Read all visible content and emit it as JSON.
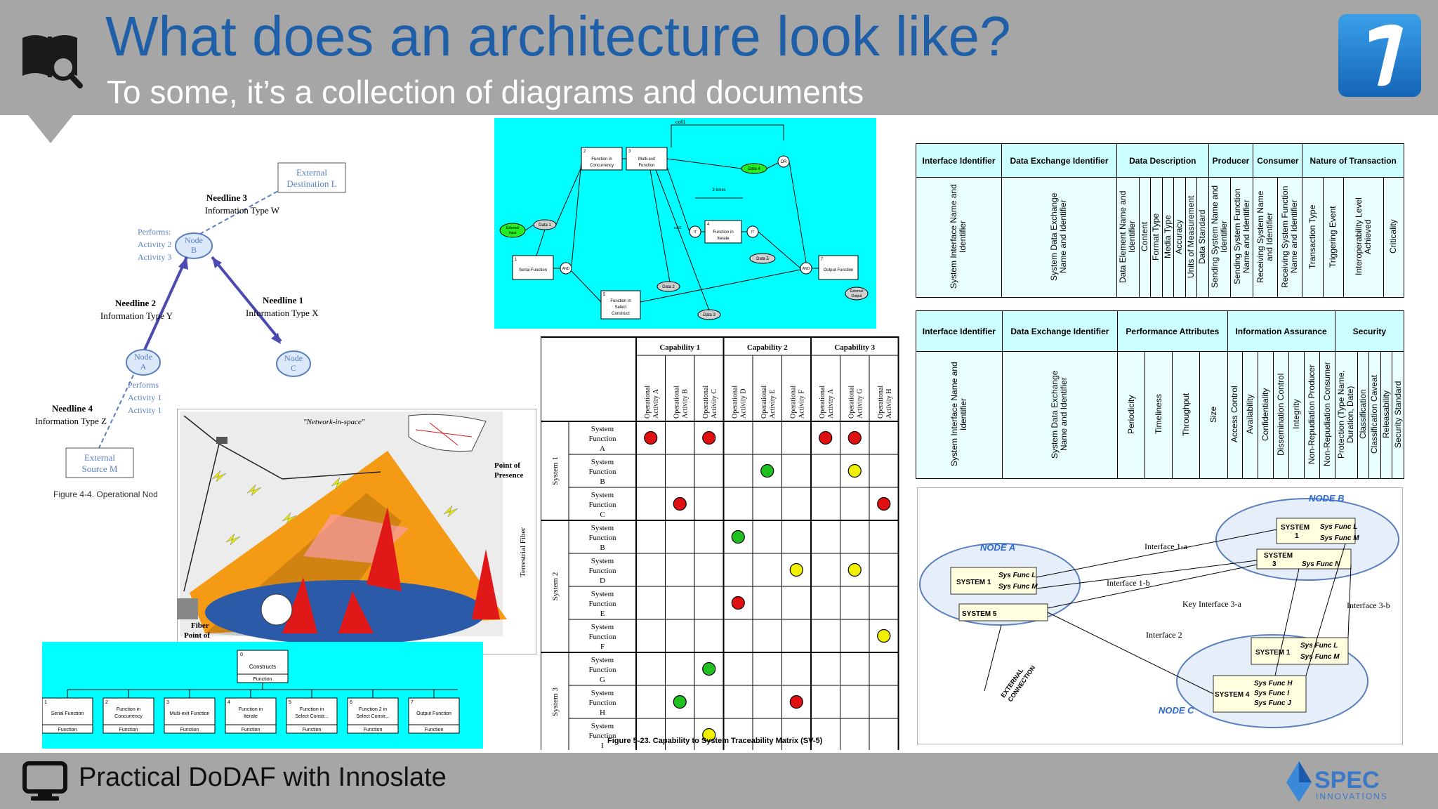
{
  "header": {
    "title": "What does an architecture look like?",
    "subtitle": "To some, it’s a collection of diagrams and documents"
  },
  "footer": {
    "text": "Practical DoDAF with Innoslate",
    "company": "SPEC",
    "company_sub": "INNOVATIONS"
  },
  "icons": {
    "header_left": "book-search-icon",
    "header_right": "innoslate-logo-icon",
    "footer_left": "monitor-icon",
    "footer_right": "spec-innovations-logo-icon"
  },
  "colors": {
    "title": "#1f5fa8",
    "header_bg": "#a6a6a6",
    "cyan_panel": "#00ffff",
    "node_fill": "#dbe9fb",
    "node_stroke": "#5a7fc0",
    "dot_red": "#e01010",
    "dot_green": "#20c020",
    "dot_yellow": "#f0f000"
  },
  "ov2": {
    "external_destination": [
      "External",
      "Destination L"
    ],
    "needline3": [
      "Needline 3",
      "Information Type W"
    ],
    "performs_b": [
      "Performs:",
      "Activity 2",
      "Activity 3"
    ],
    "node_b": [
      "Node",
      "B"
    ],
    "needline2": [
      "Needline 2",
      "Information Type Y"
    ],
    "needline1": [
      "Needline 1",
      "Information Type X"
    ],
    "node_a": [
      "Node",
      "A"
    ],
    "node_c": [
      "Node",
      "C"
    ],
    "performs_a": [
      "Performs",
      "Activity 1",
      "Activity 1"
    ],
    "needline4": [
      "Needline 4",
      "Information Type Z"
    ],
    "external_source": [
      "External",
      "Source M"
    ],
    "caption": "Figure 4-4. Operational Nod"
  },
  "efbd": {
    "nodes": {
      "n2": [
        "2",
        "Function in",
        "Concurrency"
      ],
      "n3": [
        "3",
        "Multi-exit",
        "Function"
      ],
      "n4": [
        "4",
        "Function in",
        "Iterate"
      ],
      "n1": [
        "1",
        "Serial Function"
      ],
      "n5": [
        "5",
        "Function in",
        "Select",
        "Construct"
      ],
      "n7": [
        "7",
        "Output Function"
      ]
    },
    "data": {
      "ext_input": [
        "External",
        "Input"
      ],
      "data1": "Data 1",
      "data2": "Data 2",
      "data3": "Data 3",
      "data4": "Data 4",
      "data5": "Data 5",
      "ext_output": [
        "External",
        "Output"
      ]
    },
    "labels": {
      "coll": "coll1",
      "or": "OR",
      "and1": "AND",
      "and2": "AND",
      "it1": "IT",
      "it2": "IT",
      "times": "3 times",
      "coll2": "coll2"
    }
  },
  "sv1": {
    "network_label": "\"Network-in-space\"",
    "pop": [
      "Point of",
      "Presence"
    ],
    "fiber": "Terrestrial Fiber",
    "fiber_pop": [
      "Fiber",
      "Point of"
    ]
  },
  "hierarchy": {
    "root": [
      "0",
      "Constructs",
      "Function"
    ],
    "children": [
      [
        "1",
        "Serial Function",
        "Function"
      ],
      [
        "2",
        "Function in Concurrency",
        "Function"
      ],
      [
        "3",
        "Multi-exit Function",
        "Function"
      ],
      [
        "4",
        "Function in Iterate",
        "Function"
      ],
      [
        "5",
        "Function in Select Constr...",
        "Function"
      ],
      [
        "6",
        "Function 2 in Select Constr...",
        "Function"
      ],
      [
        "7",
        "Output Function",
        "Function"
      ]
    ]
  },
  "sv5": {
    "capabilities": [
      "Capability 1",
      "Capability 2",
      "Capability 3"
    ],
    "activities": [
      "Operational Activity A",
      "Operational Activity B",
      "Operational Activity C",
      "Operational Activity D",
      "Operational Activity E",
      "Operational Activity F",
      "Operational Activity A",
      "Operational Activity G",
      "Operational Activity H"
    ],
    "systems": [
      {
        "name": "System 1",
        "rows": 3
      },
      {
        "name": "System 2",
        "rows": 4
      },
      {
        "name": "System 3",
        "rows": 3
      }
    ],
    "functions": [
      "A",
      "B",
      "C",
      "B",
      "D",
      "E",
      "F",
      "G",
      "H",
      "I"
    ],
    "function_label": [
      "System",
      "Function"
    ],
    "dots": [
      [
        0,
        0,
        "red"
      ],
      [
        0,
        2,
        "red"
      ],
      [
        0,
        6,
        "red"
      ],
      [
        0,
        7,
        "red"
      ],
      [
        1,
        4,
        "green"
      ],
      [
        1,
        7,
        "yellow"
      ],
      [
        2,
        1,
        "red"
      ],
      [
        2,
        8,
        "red"
      ],
      [
        3,
        3,
        "green"
      ],
      [
        4,
        5,
        "yellow"
      ],
      [
        4,
        7,
        "yellow"
      ],
      [
        5,
        3,
        "red"
      ],
      [
        6,
        8,
        "yellow"
      ],
      [
        7,
        2,
        "green"
      ],
      [
        8,
        1,
        "green"
      ],
      [
        8,
        5,
        "red"
      ],
      [
        9,
        2,
        "yellow"
      ]
    ],
    "caption": "Figure 5-23.  Capability to System Traceability Matrix (SV-5)"
  },
  "table1": {
    "groups": [
      "Interface Identifier",
      "Data Exchange Identifier",
      "Data Description",
      "Producer",
      "Consumer",
      "Nature of Transaction"
    ],
    "cols": [
      "System Interface Name and Identifier",
      "System Data Exchange Name and Identifier",
      "Data Element Name and Identifier",
      "Content",
      "Format Type",
      "Media Type",
      "Accuracy",
      "Units of Measurement",
      "Data Standard",
      "Sending System Name and Identifier",
      "Sending System Function Name and Identifier",
      "Receiving System Name and Identifier",
      "Receiving System Function Name and Identifier",
      "Transaction Type",
      "Triggering Event",
      "Interoperability Level Achieved",
      "Criticality"
    ]
  },
  "table2": {
    "groups": [
      "Interface Identifier",
      "Data Exchange Identifier",
      "Performance Attributes",
      "Information Assurance",
      "Security"
    ],
    "cols": [
      "System Interface Name and Identifier",
      "System Data Exchange Name and Identifier",
      "Periodicity",
      "Timeliness",
      "Throughput",
      "Size",
      "Access Control",
      "Availability",
      "Confidentiality",
      "Dissemination Control",
      "Integrity",
      "Non-Repudiation Producer",
      "Non-Repudiation Consumer",
      "Protection (Type Name, Duration, Date)",
      "Classification",
      "Classification Caveat",
      "Releasability",
      "Security Standard"
    ]
  },
  "sysdiag": {
    "node_a": "NODE A",
    "node_b": "NODE B",
    "node_c": "NODE C",
    "sys1a": "SYSTEM 1",
    "sys1a_funcs": [
      "Sys Func L",
      "Sys Func M"
    ],
    "sys5": "SYSTEM 5",
    "sys1b": [
      "SYSTEM",
      "1"
    ],
    "sys1b_funcs": [
      "Sys Func L",
      "Sys Func M"
    ],
    "sys3": [
      "SYSTEM",
      "3"
    ],
    "sys3_func": "Sys Func N",
    "sys1c": "SYSTEM 1",
    "sys1c_funcs": [
      "Sys Func L",
      "Sys Func M"
    ],
    "sys4": "SYSTEM 4",
    "sys4_funcs": [
      "Sys Func H",
      "Sys Func I",
      "Sys Func J"
    ],
    "if1a": "Interface 1-a",
    "if1b": "Interface 1-b",
    "key": "Key Interface 3-a",
    "if3b": "Interface 3-b",
    "if2": "Interface 2",
    "external": [
      "EXTERNAL",
      "CONNECTION"
    ]
  }
}
